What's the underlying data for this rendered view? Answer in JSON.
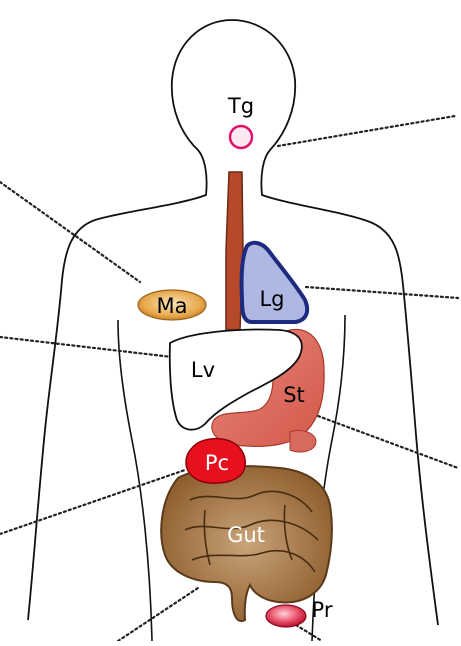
{
  "diagram": {
    "organs": [
      {
        "id": "thyroid",
        "label": "Tg",
        "color": "#e0106a"
      },
      {
        "id": "mammary",
        "label": "Ma",
        "color": "#e8a84a"
      },
      {
        "id": "lung",
        "label": "Lg",
        "color": "#1d2a80"
      },
      {
        "id": "liver",
        "label": "Lv",
        "color": "#ffffff"
      },
      {
        "id": "stomach",
        "label": "St",
        "color": "#e06a5e"
      },
      {
        "id": "pancreas",
        "label": "Pc",
        "color": "#e8101e"
      },
      {
        "id": "gut",
        "label": "Gut",
        "color": "#a67a4a"
      },
      {
        "id": "prostate",
        "label": "Pr",
        "color": "#e03050"
      }
    ],
    "icons": {
      "outline": "human-body-outline",
      "esophagus": "esophagus-shape"
    }
  }
}
